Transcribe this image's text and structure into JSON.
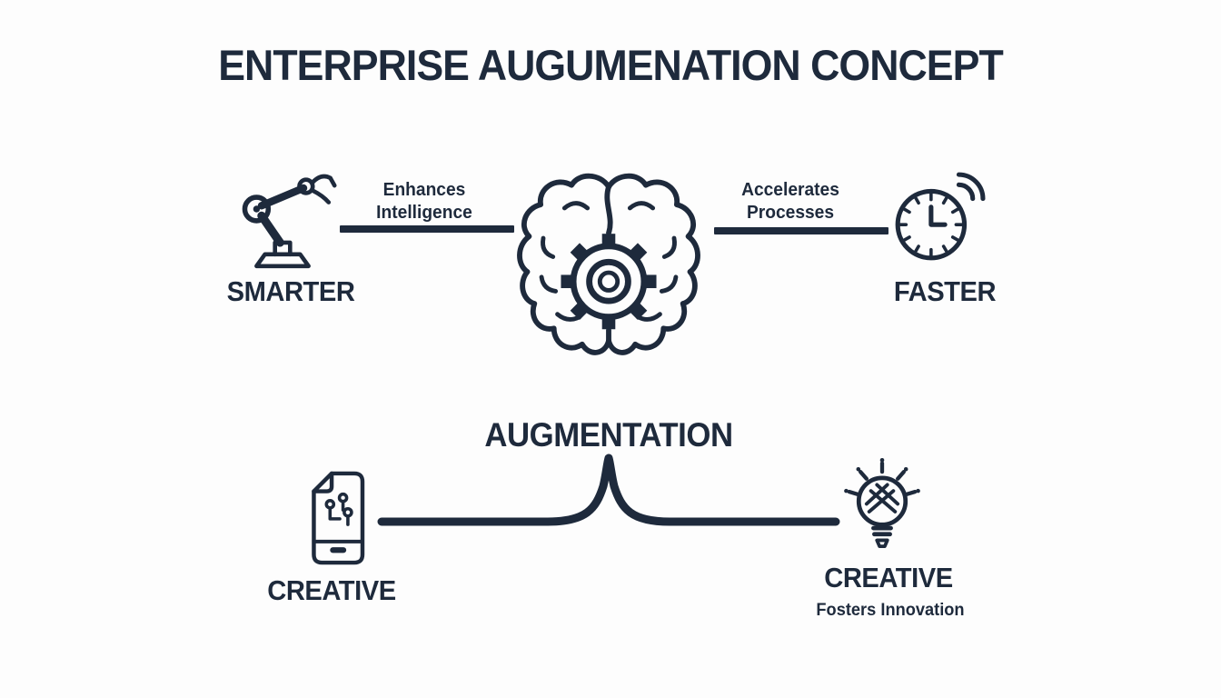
{
  "title": "ENTERPRISE AUGUMENATION CONCEPT",
  "colors": {
    "ink": "#1e2a3c",
    "background": "#fdfdfd"
  },
  "center": {
    "label": "AUGMENTATION",
    "icon": "brain-gear-icon"
  },
  "connections": {
    "left": {
      "line1": "Enhances",
      "line2": "Intelligence"
    },
    "right": {
      "line1": "Accelerates",
      "line2": "Processes"
    }
  },
  "nodes": {
    "smarter": {
      "label": "SMARTER",
      "icon": "robot-arm-icon"
    },
    "faster": {
      "label": "FASTER",
      "icon": "clock-signal-icon"
    },
    "creative_left": {
      "label": "CREATIVE",
      "icon": "phone-circuit-icon"
    },
    "creative_right": {
      "label": "CREATIVE",
      "sublabel": "Fosters Innovation",
      "icon": "lightbulb-icon"
    }
  }
}
